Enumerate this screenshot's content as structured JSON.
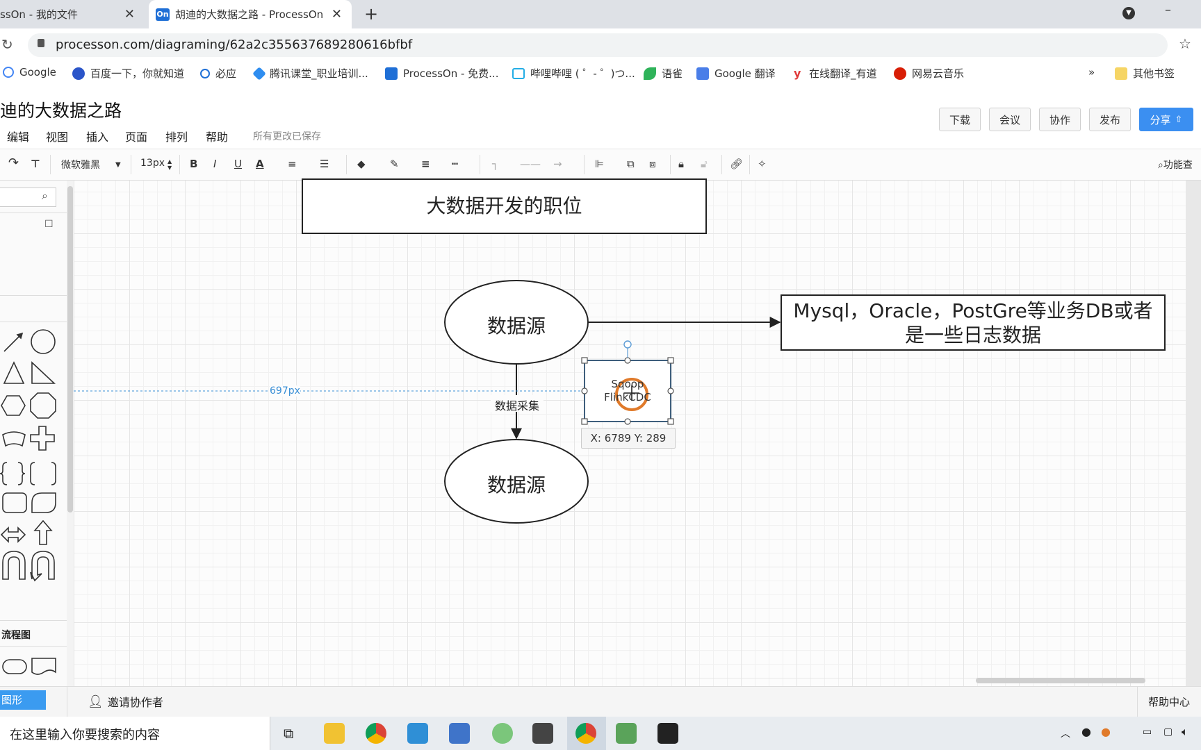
{
  "browser": {
    "tabs": [
      {
        "title": "ssOn - 我的文件",
        "active": false
      },
      {
        "title": "胡迪的大数据之路 - ProcessOn",
        "active": true
      }
    ],
    "tab_favicon": "On",
    "new_tab": "+",
    "address": "processon.com/diagraming/62a2c355637689280616bfbf",
    "bookmarks": [
      {
        "label": "Google",
        "color": "#4285f4"
      },
      {
        "label": "百度一下，你就知道",
        "color": "#2b55c9"
      },
      {
        "label": "必应",
        "color": "#1e6fd6"
      },
      {
        "label": "腾讯课堂_职业培训...",
        "color": "#2e8df0"
      },
      {
        "label": "ProcessOn - 免费...",
        "color": "#1f6fd6"
      },
      {
        "label": "哔哩哔哩 ( ゜- ゜)つ...",
        "color": "#23ade5"
      },
      {
        "label": "语雀",
        "color": "#2fb35a"
      },
      {
        "label": "Google 翻译",
        "color": "#4a7ee8"
      },
      {
        "label": "在线翻译_有道",
        "color": "#e03a3a"
      },
      {
        "label": "网易云音乐",
        "color": "#d81e06"
      }
    ],
    "bookmarks_more": "»",
    "other_bookmarks": "其他书签"
  },
  "app": {
    "doc_title": "迪的大数据之路",
    "menus": [
      "编辑",
      "视图",
      "插入",
      "页面",
      "排列",
      "帮助"
    ],
    "save_status": "所有更改已保存",
    "buttons": {
      "download": "下载",
      "meeting": "会议",
      "collab": "协作",
      "publish": "发布",
      "share": "分享"
    },
    "accent": "#3b8ff1"
  },
  "toolbar": {
    "font": "微软雅黑",
    "size": "13px",
    "bold": "B",
    "italic": "I",
    "underline": "U",
    "color": "A",
    "feature_search": "功能查"
  },
  "diagram": {
    "title_box": "大数据开发的职位",
    "source_top": "数据源",
    "source_bottom": "数据源",
    "arrow_label": "数据采集",
    "tool_box_line1": "Sqoop",
    "tool_box_line2": "FlinkCDC",
    "db_line1": "Mysql，Oracle，PostGre等业务DB或者",
    "db_line2": "是一些日志数据",
    "guide_distance": "697px",
    "coord_readout": "X: 6789  Y: 289"
  },
  "sidebar": {
    "section": "流程图",
    "more_shapes": "图形"
  },
  "status": {
    "invite": "邀请协作者",
    "help": "帮助中心"
  },
  "taskbar": {
    "search_placeholder": "在这里输入你要搜索的内容"
  }
}
